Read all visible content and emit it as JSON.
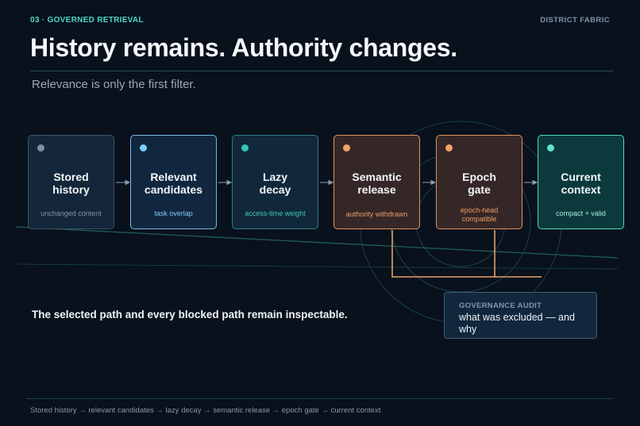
{
  "header": {
    "eyebrow": "03 · GOVERNED RETRIEVAL",
    "brand": "DISTRICT FABRIC",
    "title": "History remains. Authority changes.",
    "subtitle": "Relevance is only the first filter."
  },
  "pipeline": [
    {
      "name": "Stored\nhistory",
      "note": "unchanged content"
    },
    {
      "name": "Relevant\ncandidates",
      "note": "task overlap"
    },
    {
      "name": "Lazy\ndecay",
      "note": "access-time weight"
    },
    {
      "name": "Semantic\nrelease",
      "note": "authority withdrawn"
    },
    {
      "name": "Epoch\ngate",
      "note": "epoch-head\ncompatible"
    },
    {
      "name": "Current\ncontext",
      "note": "compact + valid"
    }
  ],
  "caption": "The selected path and every blocked path remain inspectable.",
  "audit": {
    "heading": "GOVERNANCE AUDIT",
    "body": "what was excluded — and why"
  },
  "footer": "Stored history → relevant candidates → lazy decay → semantic release → epoch gate → current context",
  "colors": {
    "background": "#08111c",
    "teal_accent": "#4fd6c4",
    "orange_accent": "#f3a466",
    "blue_accent": "#7ecbff"
  }
}
